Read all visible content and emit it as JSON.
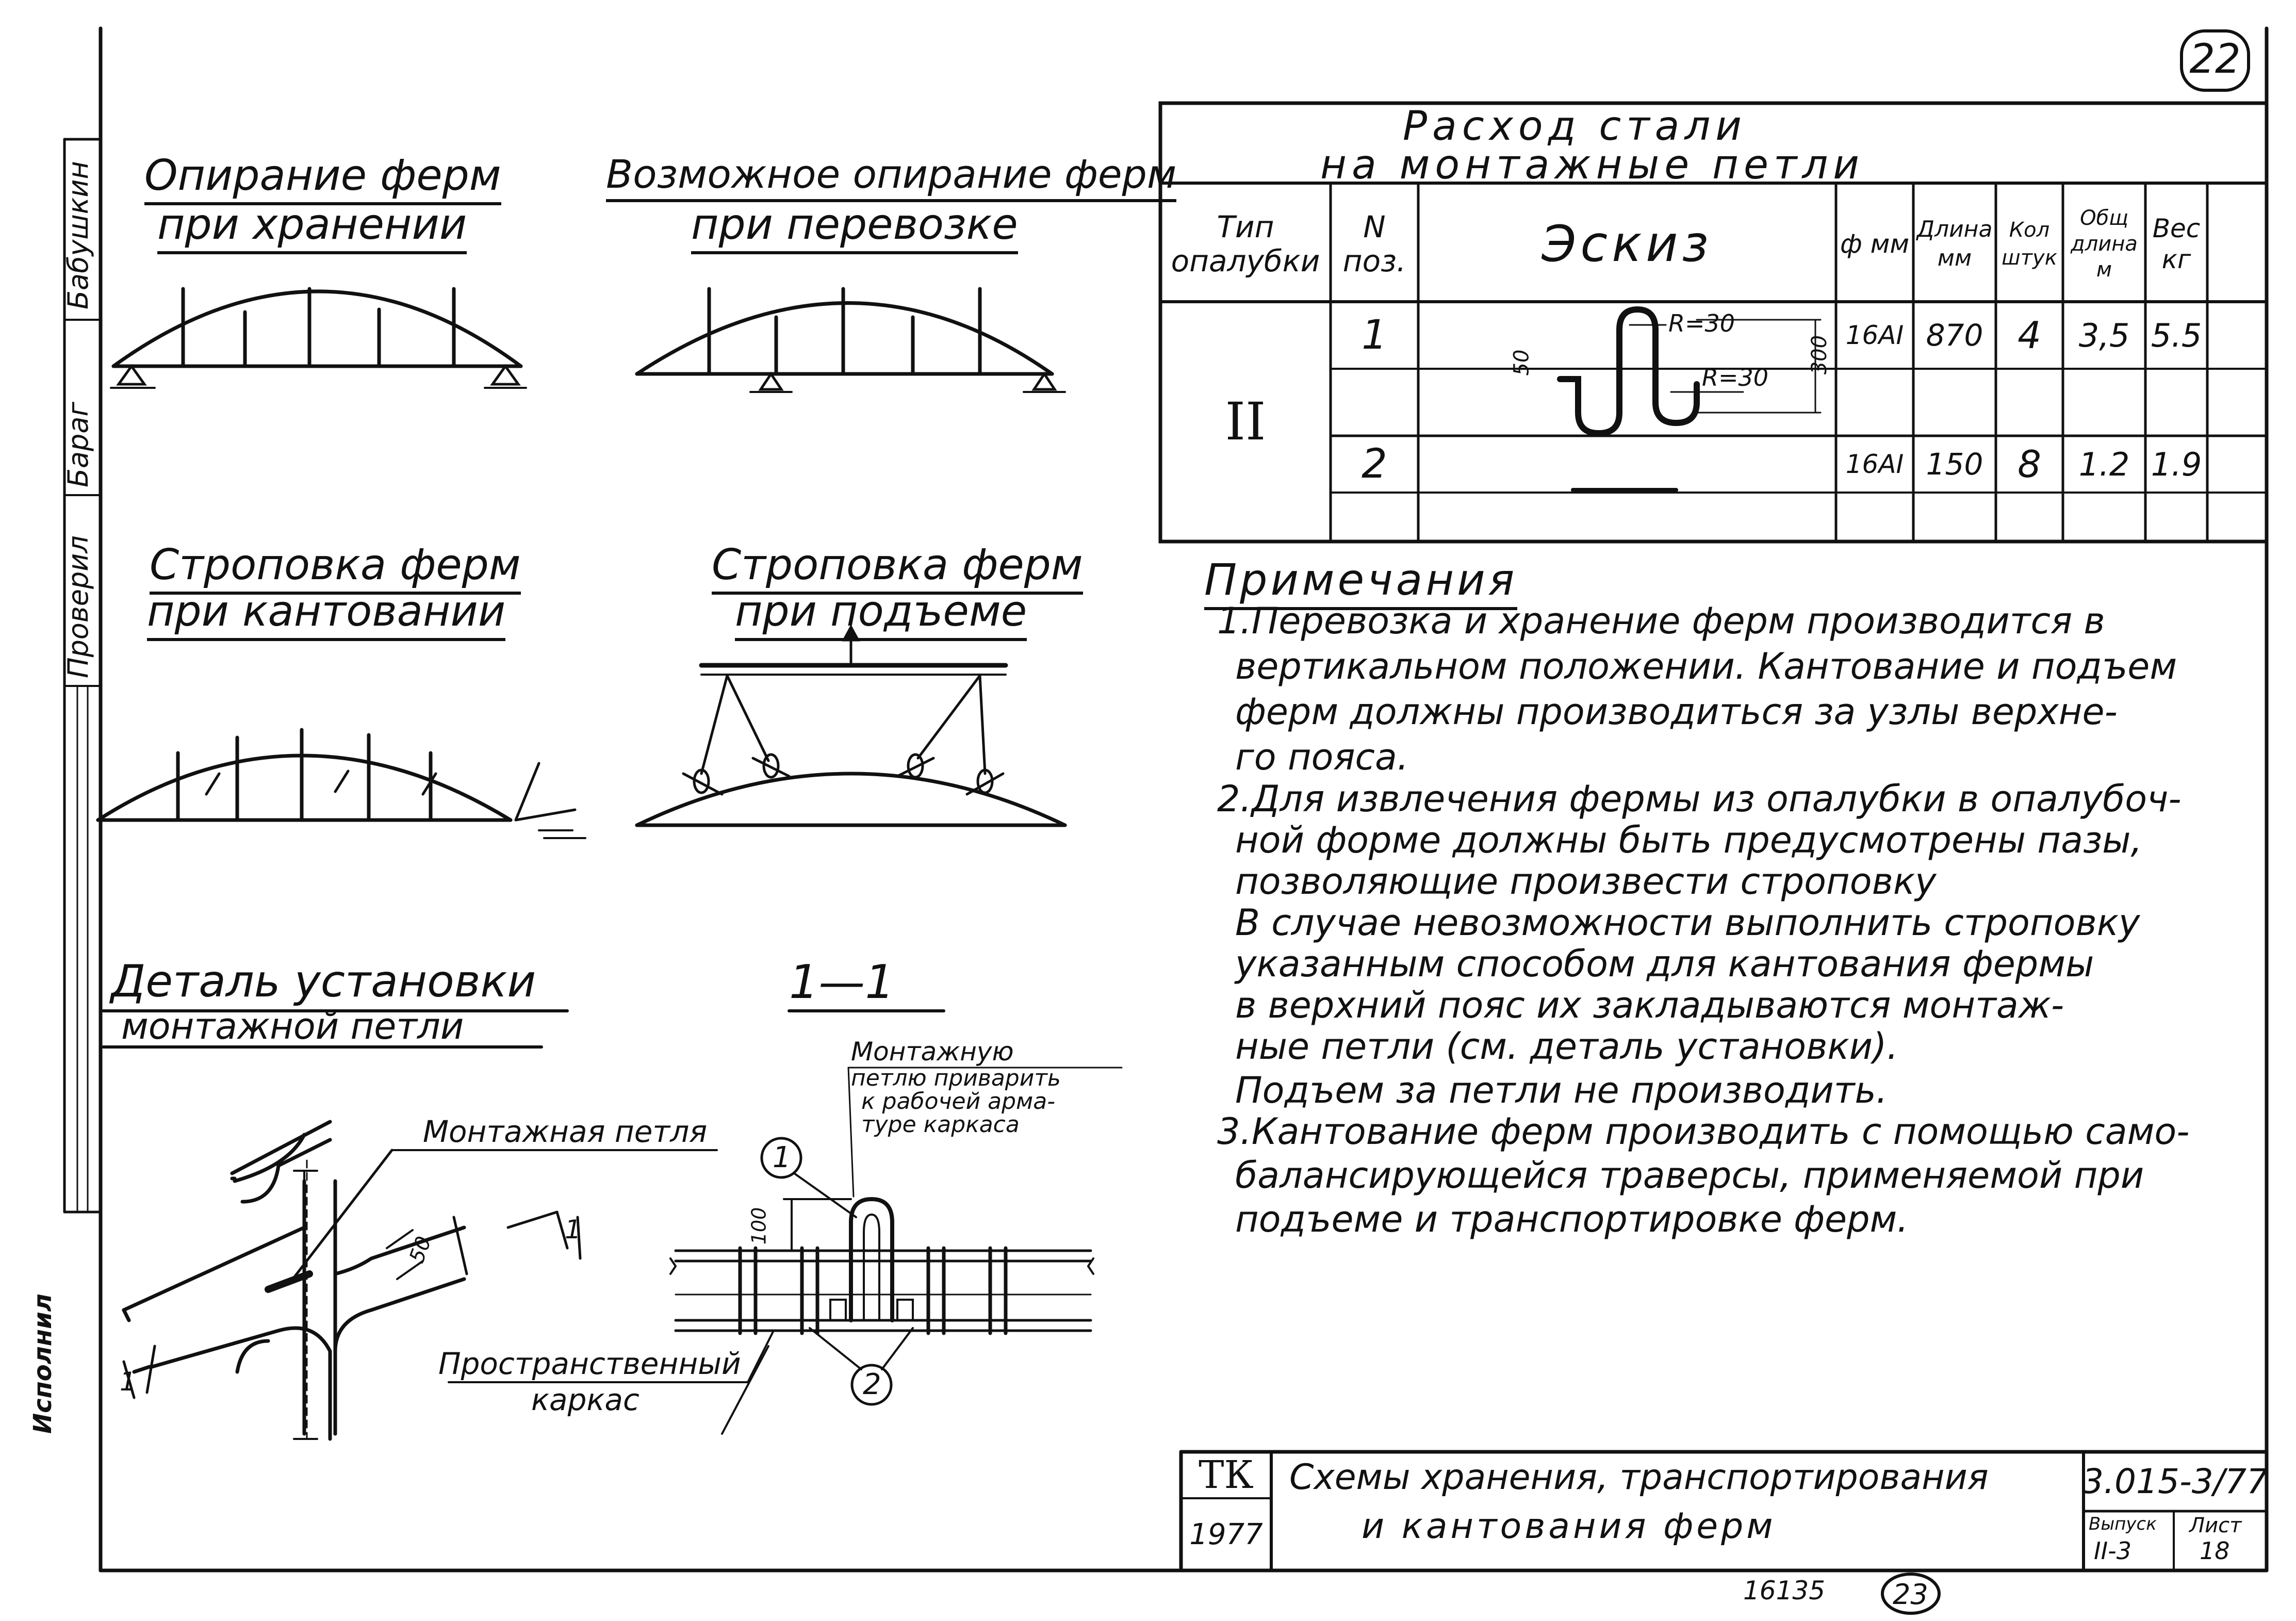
{
  "sheet": {
    "page_number_circle": "22",
    "bottom_number": "16135",
    "bottom_circle": "23"
  },
  "left_stamp": {
    "role_1": "Бабушкин",
    "role_2": "Проверил",
    "role_3": "Бараг",
    "bottom_label": "Исполнил"
  },
  "sketches": {
    "storage_title_1": "Опирание ферм",
    "storage_title_2": "при хранении",
    "transport_title_1": "Возможное опирание ферм",
    "transport_title_2": "при перевозке",
    "tilt_title_1": "Строповка ферм",
    "tilt_title_2": "при кантовании",
    "lift_title_1": "Строповка ферм",
    "lift_title_2": "при подъеме",
    "detail_title_1": "Деталь установки",
    "detail_title_2": "монтажной петли",
    "section_title": "1—1",
    "loop_label": "Монтажная петля",
    "cage_label_1": "Пространственный",
    "cage_label_2": "каркас",
    "weld_note_1": "Монтажную",
    "weld_note_2": "петлю приварить",
    "weld_note_3": "к рабочей арма-",
    "weld_note_4": "туре каркаса",
    "marker_1": "1",
    "marker_2": "2",
    "dim_50": "50",
    "dim_100": "100",
    "section_mark": "1"
  },
  "table": {
    "title_1": "Расход стали",
    "title_2": "на монтажные петли",
    "headers": {
      "type": "Тип опалубки",
      "pos": "N поз.",
      "sketch": "Эскиз",
      "dia": "ф мм",
      "length": "Длина мм",
      "count": "Кол штук",
      "total": "Общ длина м",
      "weight": "Вес кг"
    },
    "type_value": "II",
    "rows": [
      {
        "pos": "1",
        "dia": "16АI",
        "length": "870",
        "count": "4",
        "total": "3,5",
        "weight": "5.5"
      },
      {
        "pos": "2",
        "dia": "16АI",
        "length": "150",
        "count": "8",
        "total": "1.2",
        "weight": "1.9"
      }
    ],
    "sketch_dims": {
      "r1": "R=30",
      "r2": "R=30",
      "h300": "300",
      "h50": "50"
    }
  },
  "notes": {
    "heading": "Примечания",
    "lines": [
      "1.Перевозка и хранение ферм производится в",
      "вертикальном положении. Кантование и подъем",
      "ферм должны производиться за узлы верхне-",
      "го пояса.",
      "2.Для извлечения фермы из опалубки в опалубоч-",
      "ной форме должны быть предусмотрены пазы,",
      "позволяющие произвести строповку",
      "В случае невозможности выполнить строповку",
      "указанным способом для кантования фермы",
      "в верхний пояс их закладываются монтаж-",
      "ные петли (см. деталь установки).",
      "Подъем за петли не производить.",
      "3.Кантование ферм производить с помощью само-",
      "балансирующейся траверсы, применяемой при",
      "подъеме и транспортировке ферм."
    ]
  },
  "title_block": {
    "org": "ТК",
    "year": "1977",
    "title_1": "Схемы хранения, транспортирования",
    "title_2": "и кантования ферм",
    "doc_code": "3.015-3/77",
    "issue_label": "Выпуск",
    "issue_value": "II-3",
    "sheet_label": "Лист",
    "sheet_value": "18"
  }
}
